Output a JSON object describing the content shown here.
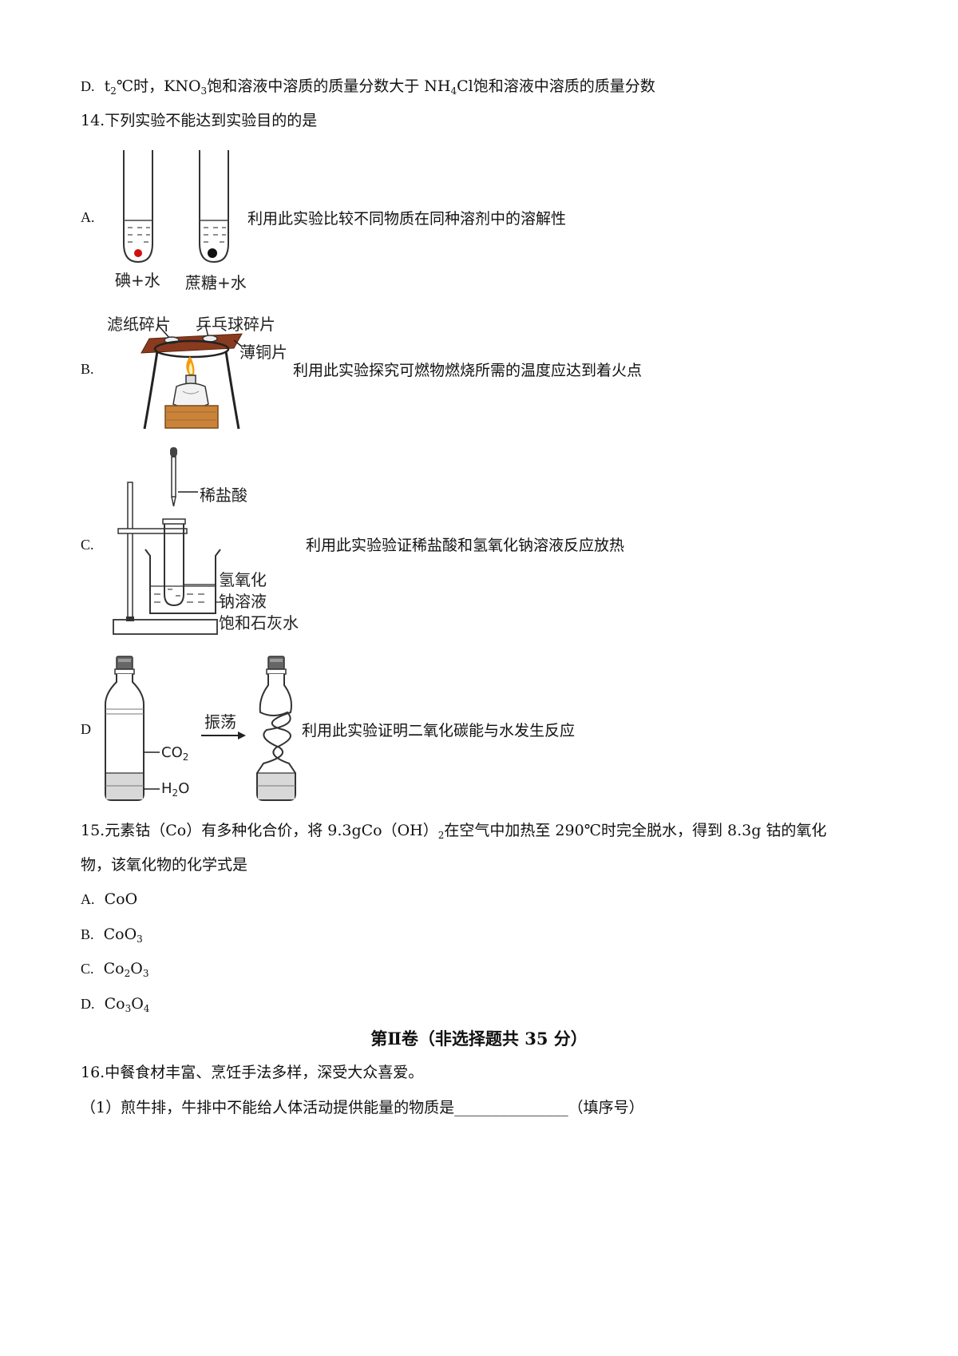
{
  "line_d_prev": {
    "letter": "D.",
    "t_prefix": "t",
    "t_sub": "2",
    "t_suffix": "℃时，",
    "kno": "KNO",
    "kno_sub": "3",
    "mid": "饱和溶液中溶质的质量分数大于",
    "nh": "NH",
    "nh_sub": "4",
    "cl": "Cl",
    "end": "饱和溶液中溶质的质量分数"
  },
  "q14": {
    "title": "14.下列实验不能达到实验目的的是",
    "options": {
      "A": {
        "letter": "A.",
        "text": "利用此实验比较不同物质在同种溶剂中的溶解性",
        "labels": [
          "碘+水",
          "蔗糖+水"
        ]
      },
      "B": {
        "letter": "B.",
        "text": "利用此实验探究可燃物燃烧所需的温度应达到着火点",
        "labels": [
          "滤纸碎片",
          "乒乓球碎片",
          "薄铜片"
        ]
      },
      "C": {
        "letter": "C.",
        "text": "利用此实验验证稀盐酸和氢氧化钠溶液反应放热",
        "labels": [
          "稀盐酸",
          "氢氧化",
          "钠溶液",
          "饱和石灰水"
        ]
      },
      "D": {
        "letter": "D",
        "text": "利用此实验证明二氧化碳能与水发生反应",
        "labels": [
          "振荡",
          "CO",
          "2",
          "H",
          "2",
          "O"
        ]
      }
    }
  },
  "q15": {
    "line1_a": "15.元素钴（Co）有多种化合价，将 9.3gCo（OH）",
    "line1_sub": "2",
    "line1_b": "在空气中加热至 290℃时完全脱水，得到 8.3g 钴的氧化",
    "line2": "物，该氧化物的化学式是",
    "options": [
      {
        "letter": "A.",
        "parts": [
          "CoO"
        ]
      },
      {
        "letter": "B.",
        "parts": [
          "CoO",
          "3"
        ]
      },
      {
        "letter": "C.",
        "parts": [
          "Co",
          "2",
          "O",
          "3"
        ]
      },
      {
        "letter": "D.",
        "parts": [
          "Co",
          "3",
          "O",
          "4"
        ]
      }
    ]
  },
  "section2": {
    "title": "第Ⅱ卷（非选择题共 35 分）"
  },
  "q16": {
    "title": "16.中餐食材丰富、烹饪手法多样，深受大众喜爱。",
    "sub1": "（1）煎牛排，牛排中不能给人体活动提供能量的物质是",
    "blank": "_______________",
    "sub1_end": "（填序号）"
  }
}
